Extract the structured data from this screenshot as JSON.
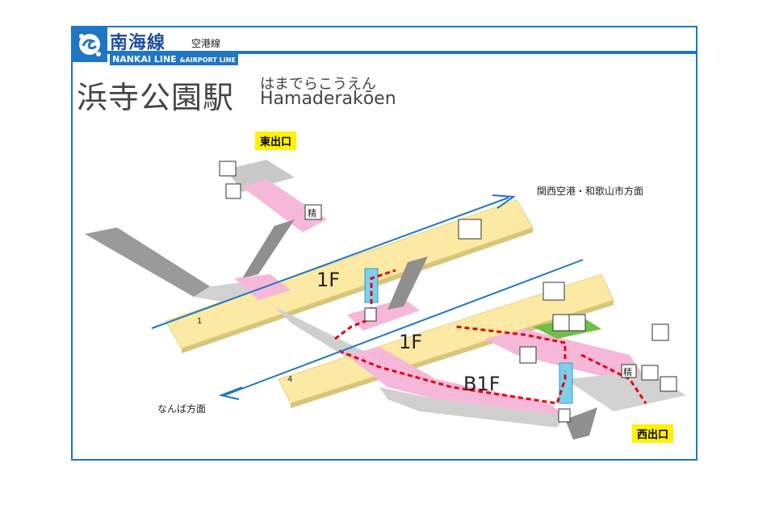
{
  "header": {
    "line_ja": "南海線",
    "line_sub": "空港線",
    "line_en": "NANKAI LINE",
    "line_en_sub": "&AIRPORT LINE"
  },
  "station": {
    "name_ja": "浜寺公園駅",
    "name_kana": "はまでらこうえん",
    "name_en": "Hamaderakōen"
  },
  "exits": {
    "east": "東出口",
    "west": "西出口"
  },
  "directions": {
    "north": "関西空港・和歌山市方面",
    "south": "なんば方面"
  },
  "floors": {
    "upper_1f": "1F",
    "lower_1f": "1F",
    "b1f": "B1F"
  },
  "platforms": {
    "p1": "1",
    "p4": "4"
  },
  "icons": {
    "ticket_label": "精",
    "ticket_label_2": "精"
  },
  "colors": {
    "frame": "#1f76c2",
    "platform": "#fbe9a4",
    "route_pink": "#f6b8d8",
    "concourse_gray": "#d2d2d2",
    "exit_yellow": "#fff100",
    "arrow_red": "#e60012"
  }
}
